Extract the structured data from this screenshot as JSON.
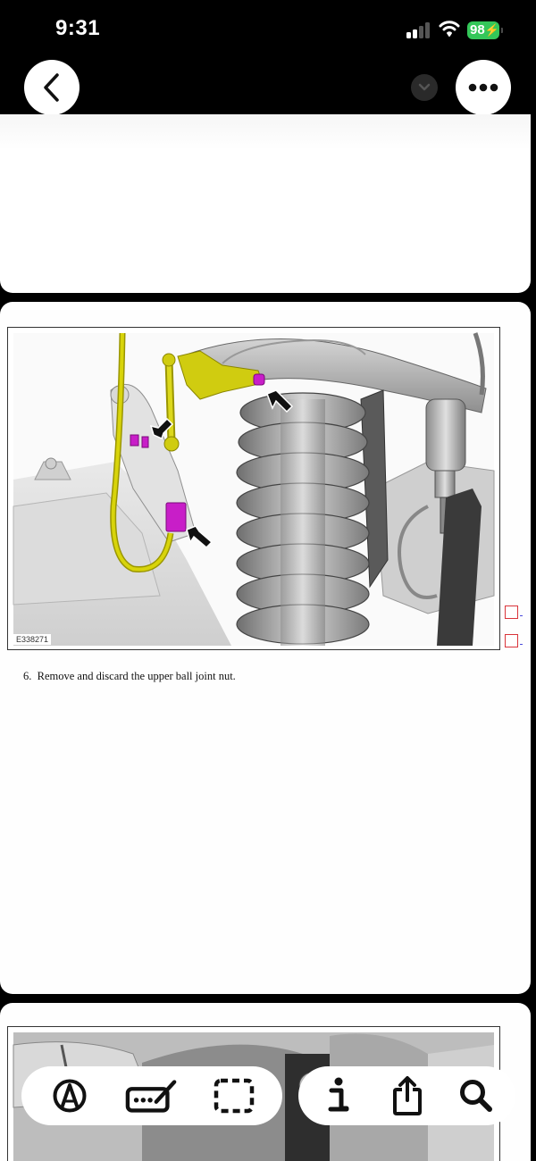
{
  "status_bar": {
    "time": "9:31",
    "battery_percent": "98",
    "battery_color": "#34c759",
    "signal_bars_active": 2,
    "signal_bars_total": 4,
    "icons": [
      "cellular-signal-icon",
      "wifi-icon",
      "battery-charging-icon"
    ]
  },
  "nav": {
    "back_icon": "chevron-left-icon",
    "collapse_icon": "chevron-down-icon",
    "more_icon": "ellipsis-icon"
  },
  "document": {
    "pages": [
      {
        "index": 1,
        "content": "blank"
      },
      {
        "index": 2,
        "figure": {
          "id_label": "E338271",
          "description": "Front suspension with upper control arm, coil spring, yellow height sensor link and harness, magenta fasteners/connectors marked by black arrows",
          "arrow_count": 3,
          "highlight_colors": {
            "harness": "#c8c400",
            "fastener": "#c81ec8"
          }
        },
        "checkboxes": [
          {
            "checked": false
          },
          {
            "checked": false
          }
        ],
        "step": {
          "number": "6.",
          "text": "Remove and discard the upper ball joint nut."
        }
      },
      {
        "index": 3,
        "figure": {
          "description": "Partial view of suspension illustration (cut off)"
        }
      }
    ]
  },
  "toolbar": {
    "left_group": [
      {
        "name": "markup",
        "icon": "pen-markup-icon"
      },
      {
        "name": "signature",
        "icon": "signature-icon"
      },
      {
        "name": "select-area",
        "icon": "dashed-selection-icon"
      }
    ],
    "right_group": [
      {
        "name": "info",
        "icon": "info-icon"
      },
      {
        "name": "share",
        "icon": "share-icon"
      },
      {
        "name": "search",
        "icon": "search-icon"
      }
    ]
  }
}
